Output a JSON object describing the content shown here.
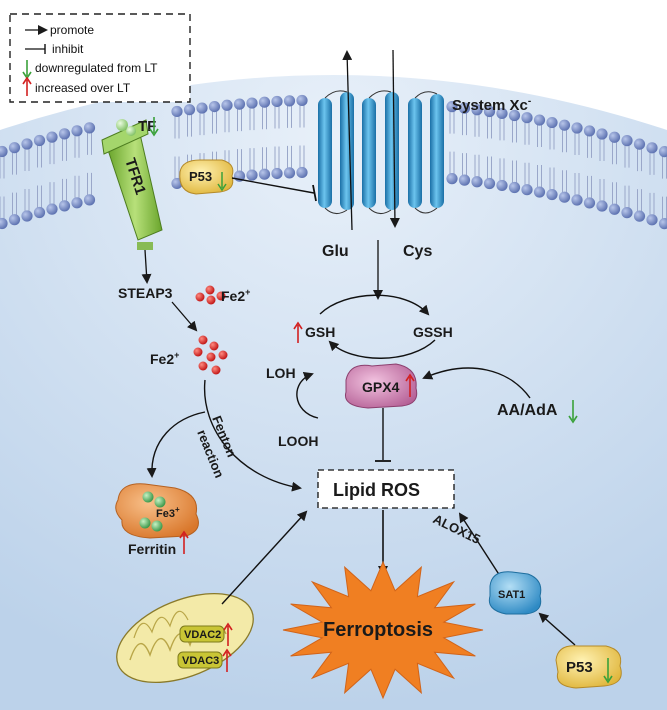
{
  "legend": {
    "promote": "promote",
    "inhibit": "inhibit",
    "downregulated": "downregulated from LT",
    "increased": "increased over LT"
  },
  "labels": {
    "tf": "TF",
    "tfr1": "TFR1",
    "p53_membrane": "P53",
    "system_xc": "System Xc",
    "system_xc_sup": "-",
    "glu": "Glu",
    "cys": "Cys",
    "steap3": "STEAP3",
    "fe2_upper": "Fe2",
    "fe2_lower": "Fe2",
    "plus": "+",
    "gsh": "GSH",
    "gssh": "GSSH",
    "loh": "LOH",
    "looh": "LOOH",
    "gpx4": "GPX4",
    "aa_ada": "AA/AdA",
    "fenton": "Fenton",
    "reaction": "reaction",
    "fe3": "Fe3",
    "ferritin": "Ferritin",
    "lipid_ros": "Lipid ROS",
    "alox15": "ALOX15",
    "sat1": "SAT1",
    "vdac2": "VDAC2",
    "vdac3": "VDAC3",
    "ferroptosis": "Ferroptosis",
    "p53_bottom": "P53"
  },
  "colors": {
    "cytoplasm": "#d4e3f2",
    "lipid_head": "#7d92c8",
    "transporter": "#2e9bd3",
    "tfr1": "#8ec63f",
    "p53": "#f3d36a",
    "gpx4": "#d48ab8",
    "ferritin": "#e8913f",
    "iron": "#e03c3c",
    "sat1": "#4ba3d8",
    "mito": "#f3eaa8",
    "vdac": "#c9c535",
    "ferroptosis": "#f07f22",
    "up_arrow": "#d22020",
    "down_arrow": "#3aa13a"
  }
}
